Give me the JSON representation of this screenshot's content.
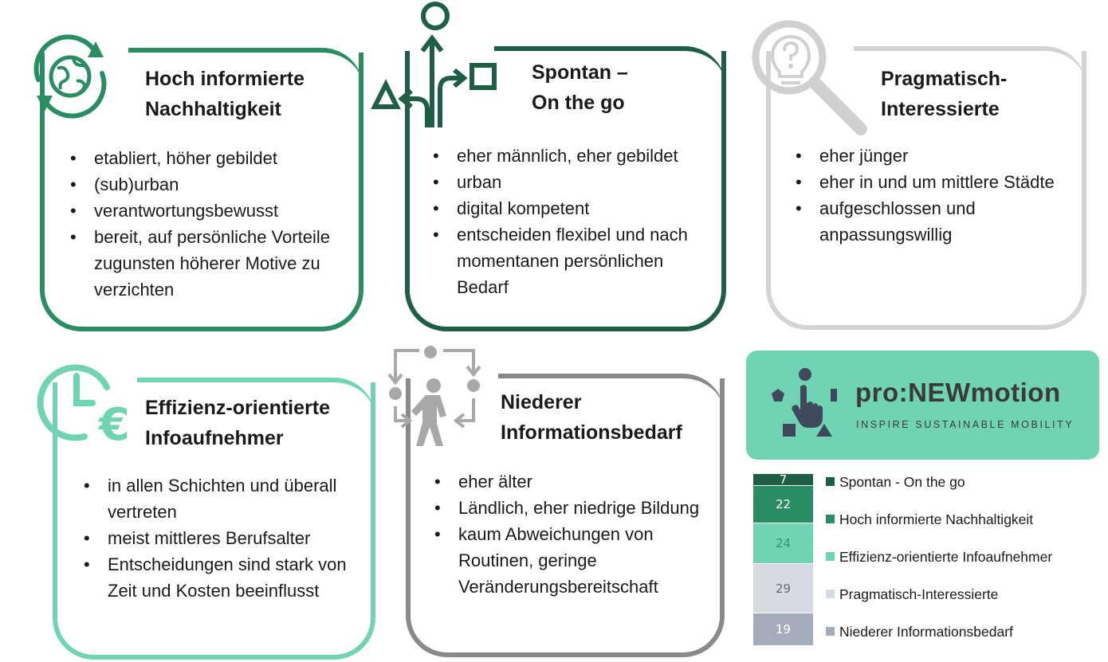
{
  "cards": [
    {
      "title_lines": [
        "Hoch informierte",
        "Nachhaltigkeit"
      ],
      "bullets": [
        "etabliert, höher gebildet",
        "(sub)urban",
        "verantwortungsbewusst",
        "bereit, auf persönliche Vorteile zugunsten höherer Motive zu verzichten"
      ],
      "color": "#2a8c63",
      "icon": "globe-recycle-icon"
    },
    {
      "title_lines": [
        "Spontan –",
        "On the go"
      ],
      "bullets": [
        "eher männlich, eher gebildet",
        "urban",
        "digital kompetent",
        "entscheiden flexibel und nach momentanen persönlichen Bedarf"
      ],
      "color": "#1e5e45",
      "icon": "direction-arrows-icon"
    },
    {
      "title_lines": [
        "Pragmatisch-",
        "Interessierte"
      ],
      "bullets": [
        "eher jünger",
        "eher in und um mittlere Städte",
        "aufgeschlossen und anpassungswillig"
      ],
      "color": "#d4d4d4",
      "icon": "magnifier-lightbulb-icon"
    },
    {
      "title_lines": [
        "Effizienz-orientierte",
        "Infoaufnehmer"
      ],
      "bullets": [
        "in allen Schichten  und überall vertreten",
        "meist mittleres Berufsalter",
        "Entscheidungen sind stark von Zeit und Kosten beeinflusst"
      ],
      "color": "#6fd3b4",
      "icon": "clock-euro-icon"
    },
    {
      "title_lines": [
        "Niederer",
        "Informationsbedarf"
      ],
      "bullets": [
        "eher älter",
        "Ländlich, eher niedrige Bildung",
        "kaum Abweichungen von Routinen, geringe Veränderungsbereitschaft"
      ],
      "color": "#8a8a8a",
      "icon": "person-routine-icon"
    }
  ],
  "logo": {
    "name": "pro:NEWmotion",
    "tagline": "INSPIRE SUSTAINABLE MOBILITY",
    "background": "#6fd3b4",
    "icon": "shapes-hand-icon"
  },
  "chart_data": {
    "type": "bar",
    "stacked": true,
    "categories": [
      "Spontan - On the go",
      "Hoch informierte Nachhaltigkeit",
      "Effizienz-orientierte Infoaufnehmer",
      "Pragmatisch-Interessierte",
      "Niederer Informationsbedarf"
    ],
    "values": [
      7,
      22,
      24,
      29,
      19
    ],
    "colors": [
      "#1e5e45",
      "#2a8c63",
      "#6fd3b4",
      "#d6dae2",
      "#a4acba"
    ],
    "label_colors": [
      "#ffffff",
      "#ffffff",
      "#3a8f73",
      "#6a6a6a",
      "#ffffff"
    ],
    "legend": [
      "Spontan - On the go",
      "Hoch informierte Nachhaltigkeit",
      "Effizienz-orientierte Infoaufnehmer",
      "Pragmatisch-Interessierte",
      "Niederer Informationsbedarf"
    ],
    "legend_position": "right"
  }
}
